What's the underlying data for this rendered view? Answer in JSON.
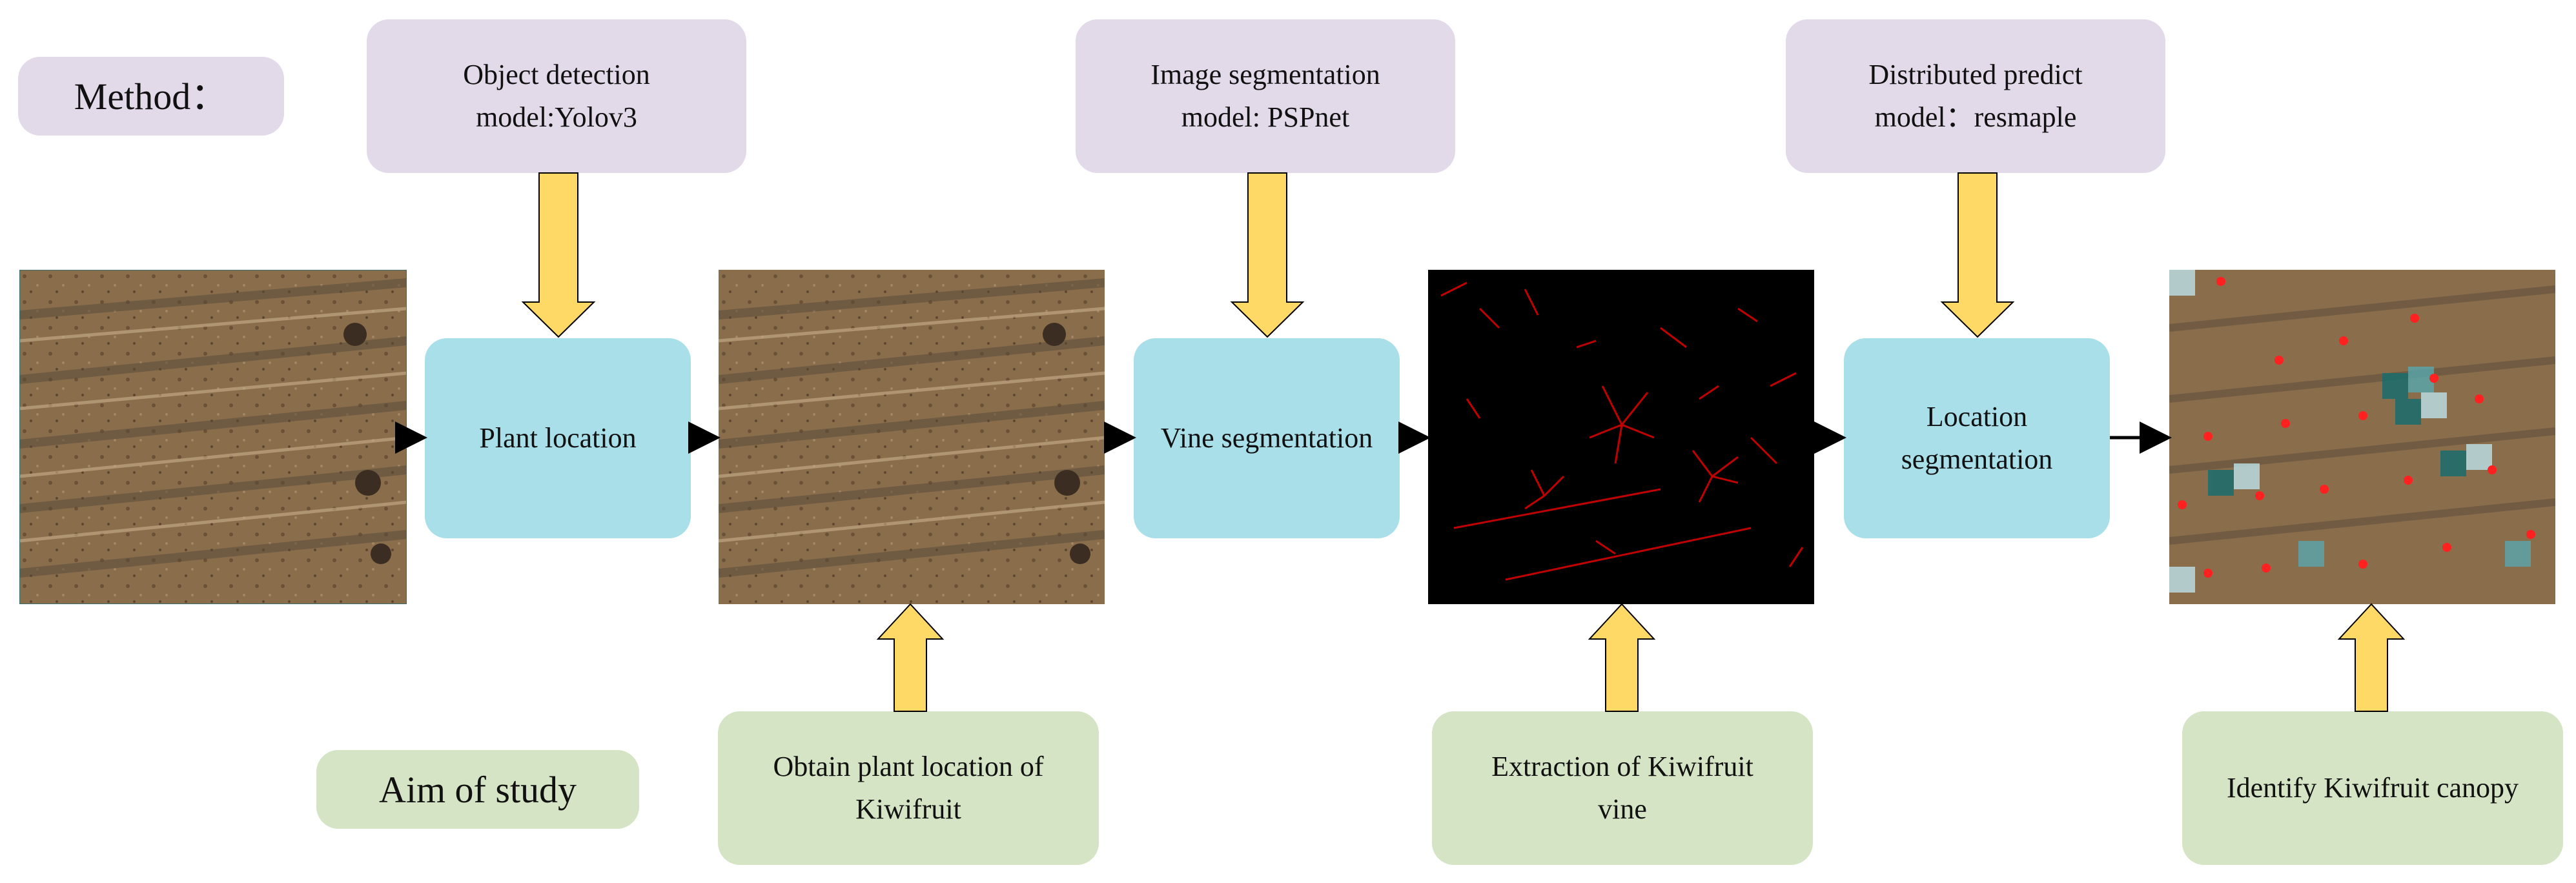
{
  "method_label": "Method：",
  "aim_label": "Aim of study",
  "models": {
    "detection": "Object detection\nmodel:Yolov3",
    "segmentation": "Image segmentation\nmodel: PSPnet",
    "predict": "Distributed predict\nmodel：resmaple"
  },
  "steps": {
    "plant_location": "Plant location",
    "vine_segmentation": "Vine segmentation",
    "location_segmentation": "Location\nsegmentation"
  },
  "aims": {
    "plant": "Obtain plant location of\nKiwifruit",
    "vine": "Extraction of Kiwifruit\nvine",
    "canopy": "Identify Kiwifruit canopy"
  },
  "colors": {
    "method_box": "#e2d9e9",
    "process_box": "#a9dfe9",
    "aim_box": "#d5e4c4",
    "yellow_arrow": "#ffd966",
    "flow_arrow": "#000000",
    "vine_red": "#c00000",
    "canopy_dot": "#ff2020"
  }
}
